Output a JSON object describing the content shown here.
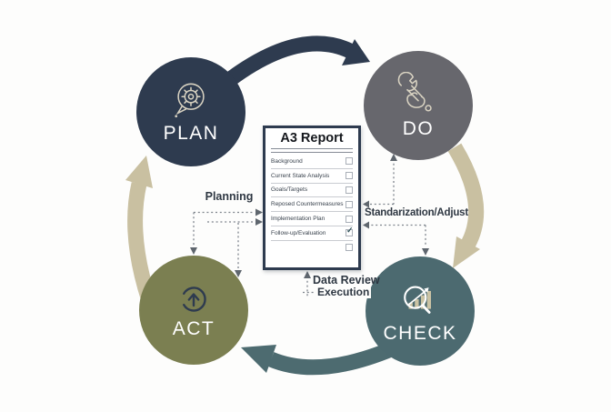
{
  "colors": {
    "plan_circle": "#2e3b4f",
    "do_circle": "#67676d",
    "check_circle": "#4c6a70",
    "act_circle": "#7b7f51",
    "arrow_navy": "#2e3b4f",
    "arrow_beige": "#c9c0a1",
    "arrow_teal": "#4d6b70",
    "icon_cream": "#d9d3c2",
    "background": "#fdfdfc"
  },
  "cycle": {
    "plan": {
      "label": "PLAN",
      "icon": "gear-speech-bubble-icon"
    },
    "do": {
      "label": "DO",
      "icon": "wrench-in-fist-icon"
    },
    "check": {
      "label": "CHECK",
      "icon": "magnifier-bar-chart-icon"
    },
    "act": {
      "label": "ACT",
      "icon": "circular-up-arrow-icon"
    }
  },
  "report": {
    "title": "A3 Report",
    "check_mark": "✓",
    "items": [
      {
        "label": "Background",
        "checked": false
      },
      {
        "label": "Current State Analysis",
        "checked": false
      },
      {
        "label": "Goals/Targets",
        "checked": false
      },
      {
        "label": "Reposed Countermeasures",
        "checked": false
      },
      {
        "label": "Implementation Plan",
        "checked": false
      },
      {
        "label": "Follow-up/Evaluation",
        "checked": true
      }
    ]
  },
  "connectors": {
    "planning": "Planning",
    "standardization": "Standarization/Adjust",
    "data_review": "Data Review",
    "execution": "Execution"
  }
}
